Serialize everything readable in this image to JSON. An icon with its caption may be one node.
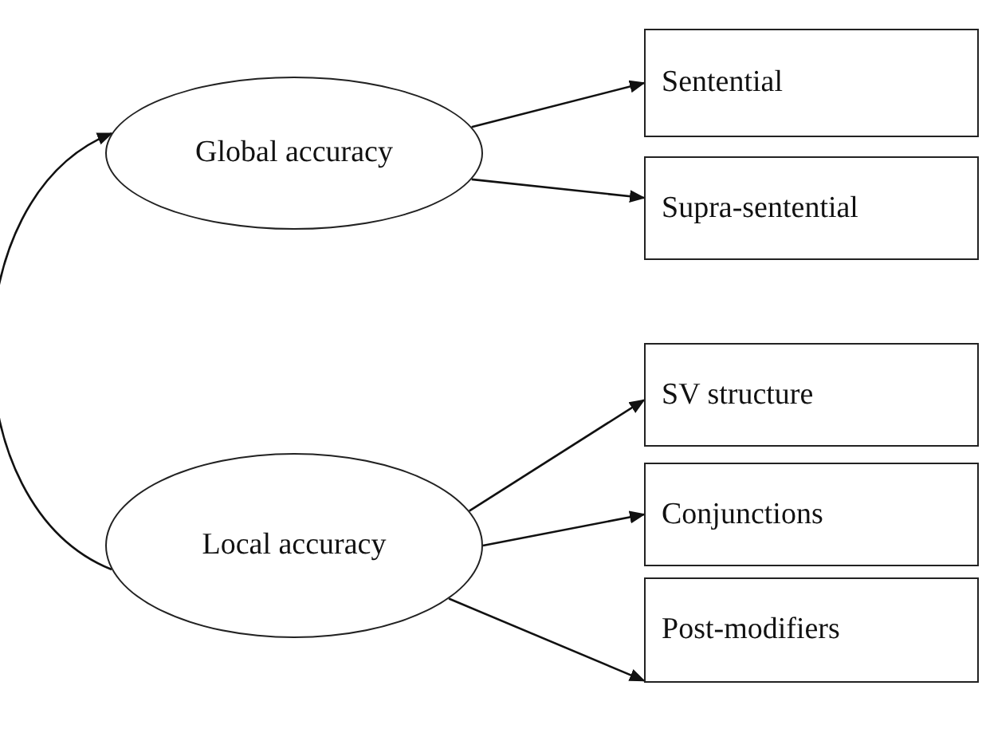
{
  "diagram": {
    "nodes": [
      {
        "text": [
          "Global accuracy"
        ]
      },
      {
        "text": [
          "Local accuracy"
        ]
      },
      {
        "text": [
          "Sentential"
        ]
      },
      {
        "text": [
          "Supra-sentential"
        ]
      },
      {
        "text": [
          "SV structure"
        ]
      },
      {
        "text": [
          "Conjunctions"
        ]
      },
      {
        "text": [
          "Post-modifiers"
        ]
      }
    ],
    "edges": [
      {
        "from": 0,
        "to": 2,
        "arrow": "to"
      },
      {
        "from": 0,
        "to": 3,
        "arrow": "to"
      },
      {
        "from": 1,
        "to": 4,
        "arrow": "to"
      },
      {
        "from": 1,
        "to": 5,
        "arrow": "to"
      },
      {
        "from": 1,
        "to": 6,
        "arrow": "to"
      },
      {
        "from": 1,
        "to": 0,
        "arrow": "to"
      }
    ]
  }
}
